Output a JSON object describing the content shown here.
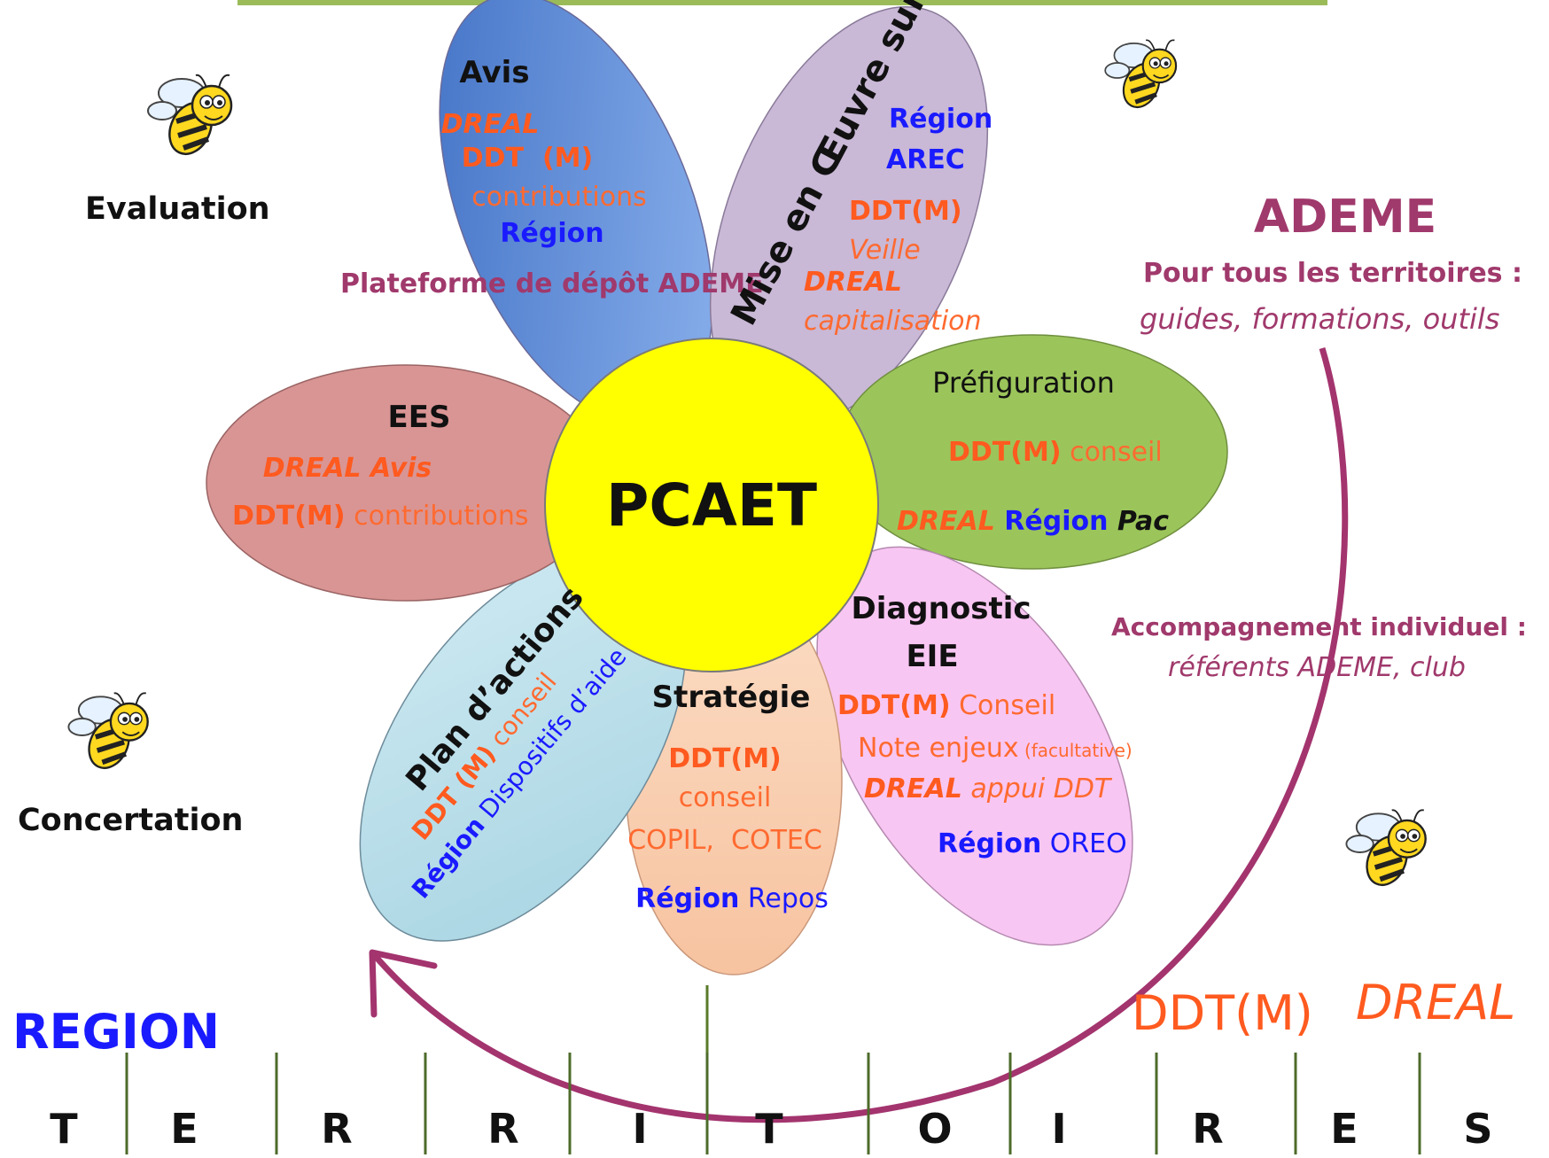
{
  "center": {
    "label": "PCAET"
  },
  "petals": {
    "avis": {
      "title": "Avis",
      "l1": "DREAL",
      "l2": "DDT  (M)",
      "l3": "contributions",
      "l4": "Région",
      "l5": "Plateforme de dépôt ADEME"
    },
    "mise": {
      "title": "Mise en Œuvre suivi",
      "l1": "Région",
      "l2": "AREC",
      "l3": "DDT(M)",
      "l4": "Veille",
      "l5": "DREAL",
      "l6": "capitalisation"
    },
    "prefig": {
      "title": "Préfiguration",
      "l1a": "DDT(M)",
      "l1b": " conseil",
      "l2a": "DREAL",
      "l2b": " Région",
      "l2c": " Pac"
    },
    "diag": {
      "title": "Diagnostic",
      "title2": "EIE",
      "l1a": "DDT(M)",
      "l1b": " Conseil",
      "l2a": "Note enjeux",
      "l2b": " (facultative)",
      "l3a": "DREAL",
      "l3b": " appui DDT",
      "l4a": "Région",
      "l4b": " OREO"
    },
    "strat": {
      "title": "Stratégie",
      "l1": "DDT(M)",
      "l2": "conseil",
      "l3": "COPIL,  COTEC",
      "l4a": "Région",
      "l4b": " Repos"
    },
    "plan": {
      "title": "Plan d’actions",
      "l1a": "DDT (M)",
      "l1b": " conseil",
      "l2a": "Région",
      "l2b": " Dispositifs d’aide"
    },
    "ees": {
      "title": "EES",
      "l1": "DREAL Avis",
      "l2a": "DDT(M)",
      "l2b": " contributions"
    }
  },
  "labels": {
    "evaluation": "Evaluation",
    "concertation": "Concertation",
    "ademe_title": "ADEME",
    "ademe_sub1": "Pour tous les territoires :",
    "ademe_sub2": "guides, formations, outils",
    "accomp1": "Accompagnement individuel :",
    "accomp2": "référents ADEME, club",
    "region": "REGION",
    "ddtm": "DDT(M)",
    "dreal": "DREAL"
  },
  "territoires": [
    "T",
    "E",
    "R",
    "R",
    "I",
    "T",
    "O",
    "I",
    "R",
    "E",
    "S"
  ],
  "colors": {
    "green_bar": "#9bbb59",
    "avis": "#5b8fd9",
    "mise": "#c9b8d6",
    "prefig": "#9bc55a",
    "diag": "#f8c6f2",
    "strat": "#fad2b4",
    "plan": "#add8e6",
    "ees": "#d99594",
    "center": "#ffff00",
    "orange": "#ff5a1f",
    "blue": "#1a1aff",
    "purple": "#a0396c",
    "arrow": "#a3346e"
  }
}
